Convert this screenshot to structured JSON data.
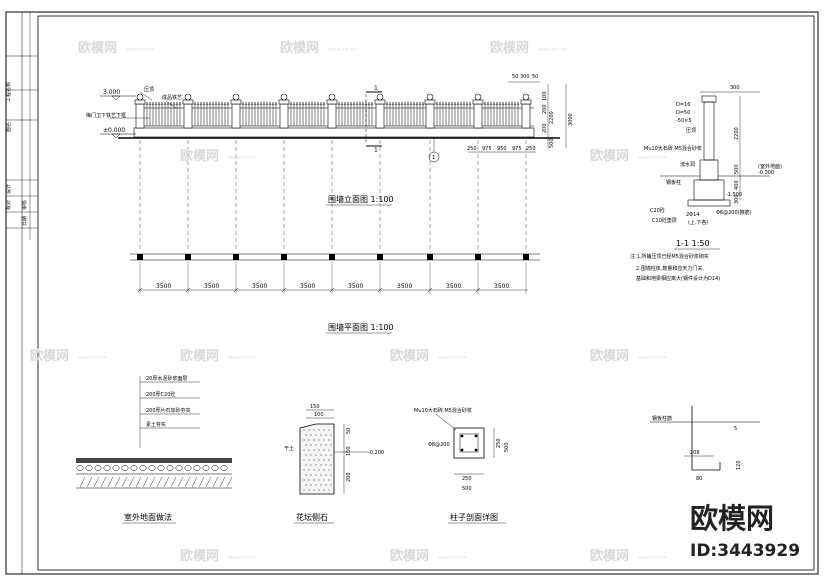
{
  "drawing": {
    "elevation_title": "围墙立面图 1:100",
    "plan_title": "围墙平面图 1:100",
    "section_title": "1-1  1:50",
    "ground_title": "室外地面做法",
    "curb_title": "花坛侧石",
    "pillar_title": "柱子剖面详图"
  },
  "elevation": {
    "level_top": "3.000",
    "level_zero": "±0.000",
    "label_cap": "压顶",
    "label_rail": "成品铁艺",
    "label_base": "梅门卫下铁艺下框",
    "section_mark": "1",
    "axis_mark": "1",
    "dims_top": [
      "50",
      "300",
      "50"
    ],
    "dims_right": [
      "100",
      "200",
      "2200",
      "200",
      "500"
    ],
    "dim_total": "3000",
    "dims_bottom": [
      "250",
      "975",
      "950",
      "975",
      "250"
    ]
  },
  "plan": {
    "spacings": [
      "3500",
      "3500",
      "3500",
      "3500",
      "3500",
      "3500",
      "3500",
      "3500"
    ]
  },
  "section": {
    "dim_top": "300",
    "notes_left": [
      "D=16",
      "D=50",
      "-50×5"
    ],
    "mortar": "Mu10大石砖.M5混合砂浆",
    "dims_right": [
      "2200",
      "500",
      "400",
      "300"
    ],
    "label_cap": "压顶",
    "label_drain": "流水洞",
    "label_pipe": "钢板柱",
    "label_ground": "(室外地面)",
    "level_ground": "-0.300",
    "level_footing": "-1.500",
    "label_concrete": "C20砼",
    "label_rebar": "2Φ14",
    "label_stirrup": "Φ6@200(箍筋)",
    "label_bed": "C10砼垫层",
    "label_updown": "(上.下各)",
    "note_1": "注.1.所铺压顶已经M5混合砂浆砌实",
    "note_2": "2.围墙柱体,数量和应天力门关,",
    "note_3": "基础和地梁相应离大(钢件设计为D14)"
  },
  "ground": {
    "layers": [
      "20厚水泥砂浆面层",
      "200厚C20砼",
      "200厚片石加砂夯实",
      "素土夯实"
    ]
  },
  "curb": {
    "dims_top": [
      "150",
      "100"
    ],
    "dims_side": [
      "50",
      "150",
      "200"
    ],
    "level": "-0.200",
    "label_side": "干土"
  },
  "pillar": {
    "mortar": "Mu10大石砖.M5混合砂浆",
    "label_rebar": "Φ8@200",
    "dims_right": [
      "250",
      "500"
    ],
    "dims_bottom": [
      "250",
      "500"
    ]
  },
  "detail": {
    "label": "钢板柱筋",
    "dims": [
      "208",
      "80",
      "120",
      "5"
    ]
  },
  "titleblock": {
    "labels": [
      "工程名称",
      "图名",
      "设计",
      "校对",
      "审核",
      "日期"
    ]
  },
  "watermark": {
    "text": "欧模网",
    "site": "www.om.cn",
    "brand": "欧模网",
    "id": "ID:3443929"
  }
}
